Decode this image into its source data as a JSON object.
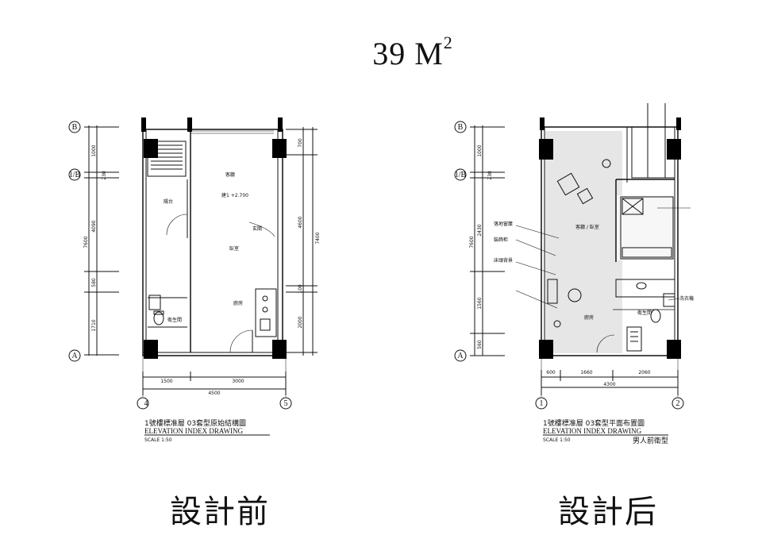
{
  "title": {
    "main": "39 M",
    "sup": "2"
  },
  "left_plan": {
    "caption": "設計前",
    "sheet_title_cn": "1號樓標准層 03套型原始結構圖",
    "sheet_title_en": "ELEVATION INDEX DRAWING",
    "scale": "SCALE 1:50",
    "grid_labels": {
      "top": "B",
      "mid": "1/B",
      "bottom": "A",
      "left_col": "4",
      "right_col": "5"
    },
    "left_dims": {
      "total": "7600",
      "seg1": "1000",
      "seg2": "230",
      "seg3": "4090",
      "seg4": "580",
      "seg5": "1710"
    },
    "right_dims": {
      "total": "7400",
      "seg1": "700",
      "seg2": "4600",
      "seg3": "100",
      "seg4": "2000"
    },
    "bottom_dims": {
      "total": "4500",
      "seg1": "1500",
      "seg2": "3000"
    },
    "rooms": {
      "r1": "陽台",
      "r2": "客廳",
      "r3": "臥室",
      "r4": "廚房",
      "r5": "衛生間",
      "r6": "玄關"
    },
    "note": "建1 +2.700"
  },
  "right_plan": {
    "caption": "設計后",
    "sheet_title_cn": "1號樓標准層 03套型平面布置圖",
    "sheet_title_en": "ELEVATION INDEX DRAWING",
    "scale": "SCALE 1:50",
    "subtitle": "男人前衛型",
    "grid_labels": {
      "top": "B",
      "mid": "1/B",
      "bottom": "A",
      "left_col": "1",
      "right_col": "2"
    },
    "left_dims": {
      "total": "7600",
      "seg1": "1000",
      "seg2": "230",
      "seg3": "2430",
      "seg4": "1560",
      "seg5": "560"
    },
    "bottom_dims": {
      "total": "4300",
      "seg1": "600",
      "seg2": "1660",
      "seg3": "2060"
    },
    "rooms": {
      "r1": "客廳 / 臥室",
      "r2": "廚房",
      "r3": "衛生間"
    },
    "callouts": {
      "c1": "落地窗簾",
      "c2": "裝飾柜",
      "c3": "床頭背景",
      "c4": "洗衣機"
    }
  },
  "colors": {
    "ink": "#111111",
    "pillar": "#000000",
    "floor": "#e6e6e6"
  }
}
